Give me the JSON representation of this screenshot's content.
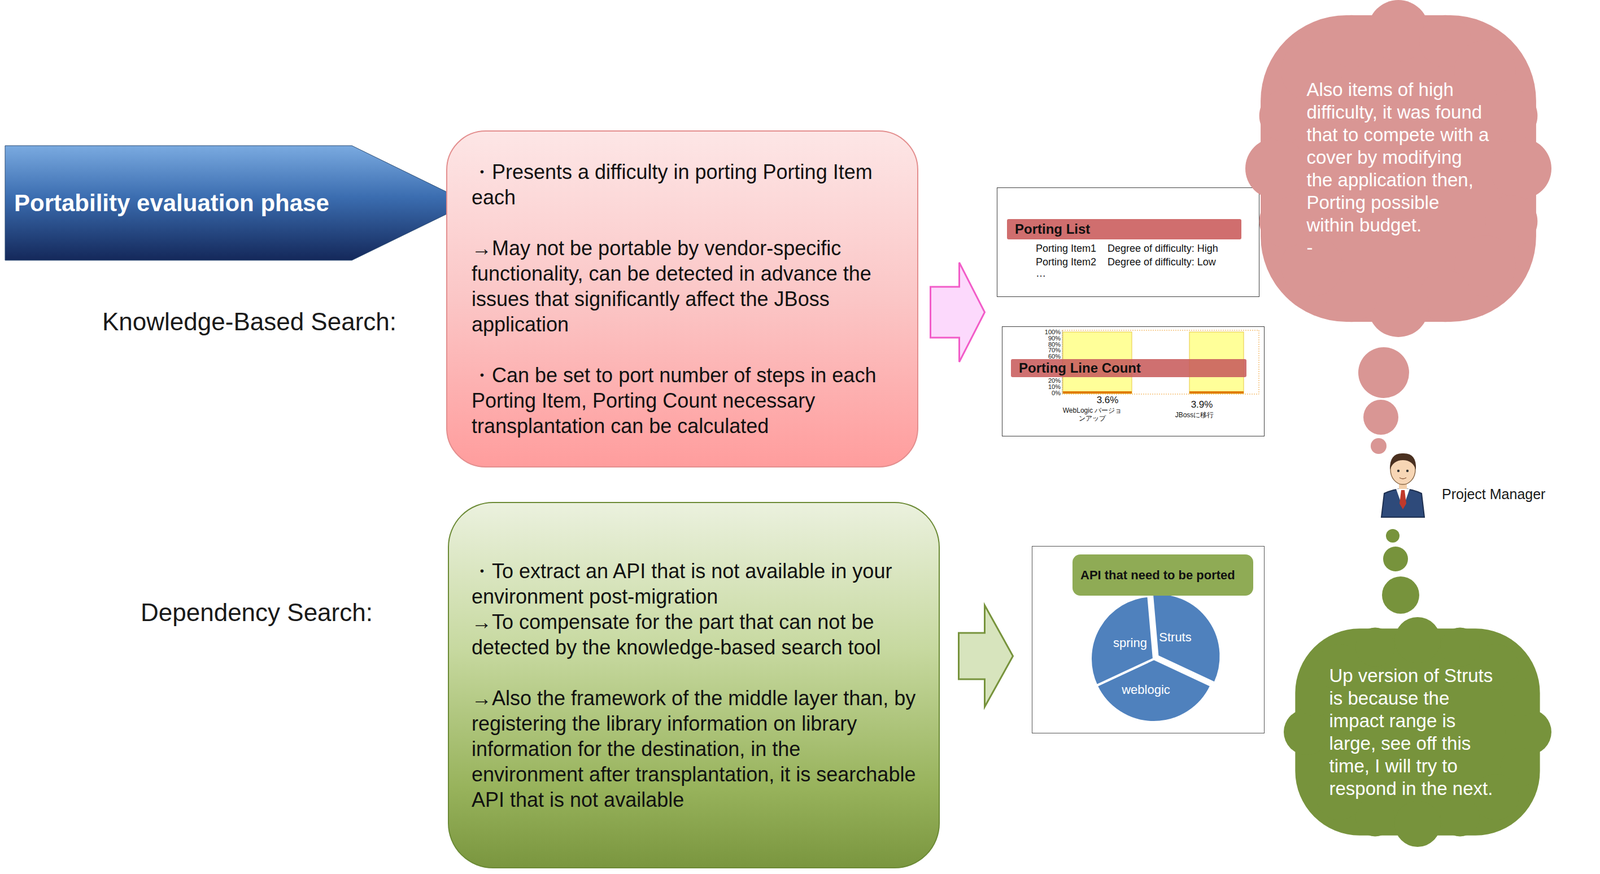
{
  "diagram": {
    "nodes": [
      {
        "text": [
          "Portability evaluation phase"
        ]
      },
      {
        "text": [
          "・Presents a difficulty in porting Porting Item each",
          "→May not be portable by vendor-specific functionality, can be detected in advance the issues that significantly affect the JBoss application",
          "・Can be set to port number of steps in each Porting Item, Porting Count necessary transplantation can be calculated"
        ]
      },
      {
        "text": [
          "Porting Item1",
          "Degree of difficulty: High",
          "Porting Item2",
          "Degree of difficulty: Low",
          "…"
        ]
      },
      {
        "text": [
          "Porting List"
        ],
        "in": 2
      },
      {
        "text": [
          "100%",
          "90%",
          "80%",
          "70%",
          "60%",
          "20%",
          "10%",
          "0%",
          "3.6%",
          "3.9%",
          "WebLogic バージョンアップ",
          "JBossに移行"
        ]
      },
      {
        "text": [
          "Porting Line Count"
        ],
        "in": 4
      },
      {
        "text": [
          "Also items of high difficulty, it was found that to compete with a cover by modifying the application then, Porting possible within budget.",
          "-"
        ]
      },
      {
        "text": [
          "・To extract an API that is not available in your environment post-migration",
          "→To compensate for the part that can not be detected by the knowledge-based search tool",
          "→Also the framework of the middle layer than, by registering the library information on library information for the destination, in the environment after transplantation, it is searchable API that is not available"
        ]
      },
      {
        "text": [
          "spring",
          "Struts",
          "weblogic"
        ]
      },
      {
        "text": [
          "API that need to be ported"
        ],
        "in": 8
      },
      {
        "text": [
          "Up version of Struts is because the impact range is large, see off this time, I will try to respond in the next."
        ]
      }
    ],
    "edges": [
      {
        "from": 1,
        "to": 2,
        "arrow": "to"
      },
      {
        "from": 7,
        "to": 8,
        "arrow": "to"
      }
    ],
    "labels": [
      "Knowledge-Based Search:",
      "Dependency Search:",
      "Project Manager"
    ]
  }
}
